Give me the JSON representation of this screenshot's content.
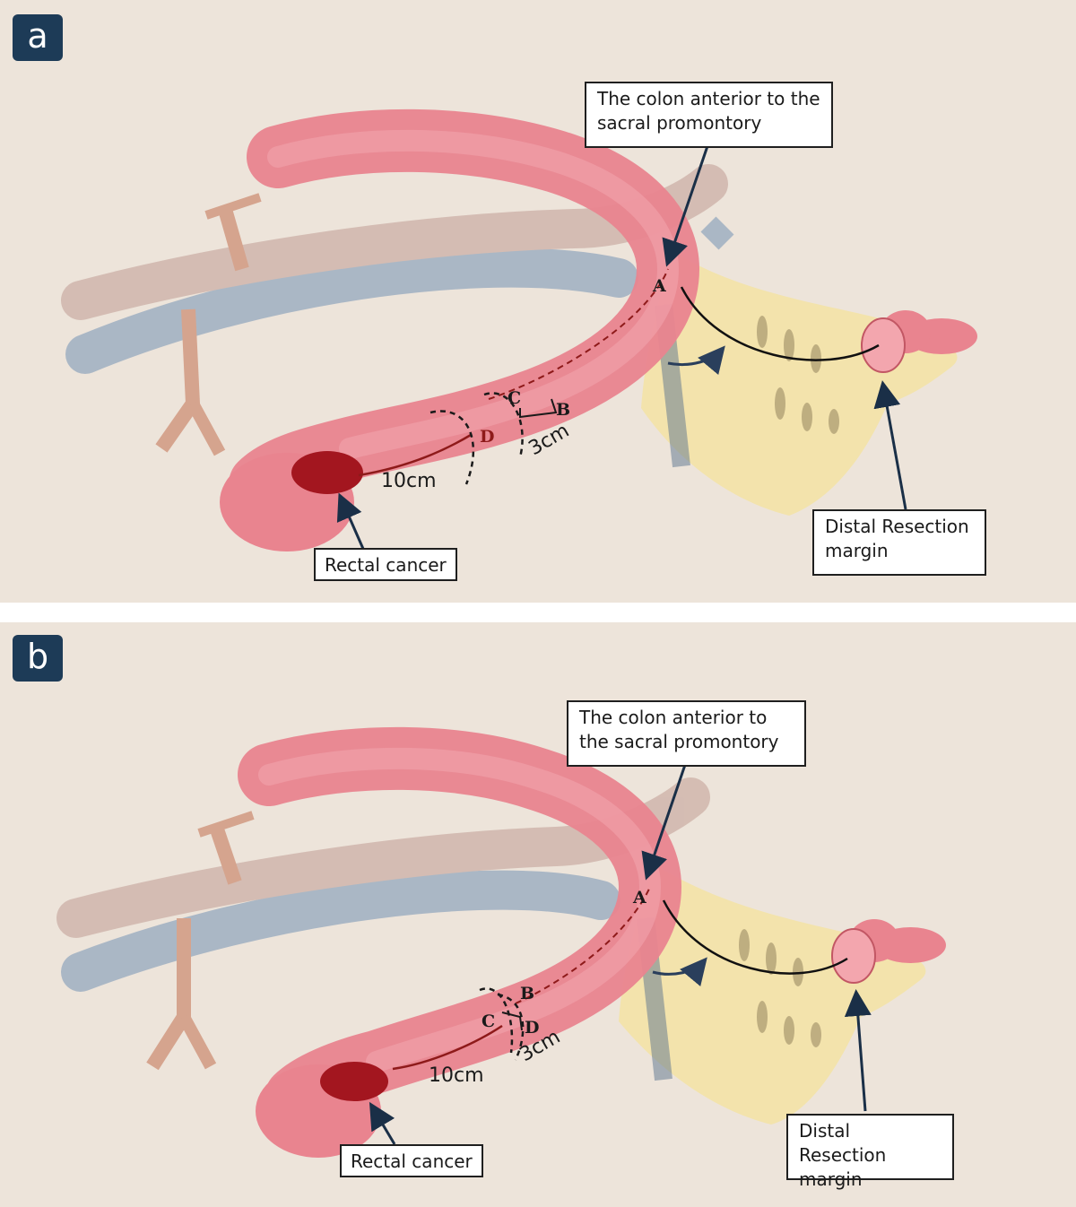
{
  "panels": [
    {
      "badge": "a",
      "promontory_label": "The colon anterior to the sacral promontory",
      "cancer_label": "Rectal cancer",
      "margin_label": "Distal Resection margin",
      "points": {
        "a": "A",
        "b": "B",
        "c": "C",
        "d": "D"
      },
      "dist_tumor": "10cm",
      "dist_margin": "3cm"
    },
    {
      "badge": "b",
      "promontory_label": "The colon anterior to the sacral promontory",
      "cancer_label": "Rectal cancer",
      "margin_label": "Distal Resection margin",
      "points": {
        "a": "A",
        "b": "B",
        "c": "C",
        "d": "D"
      },
      "dist_tumor": "10cm",
      "dist_margin": "3cm"
    }
  ],
  "colors": {
    "background": "#ede4da",
    "badge": "#1d3b57",
    "colon": "#e9848f",
    "tumor": "#a3161f",
    "sacrum": "#f4e39c",
    "artery": "#c67a5c",
    "vein": "#7f9ab8",
    "arrow": "#1a2f47"
  }
}
